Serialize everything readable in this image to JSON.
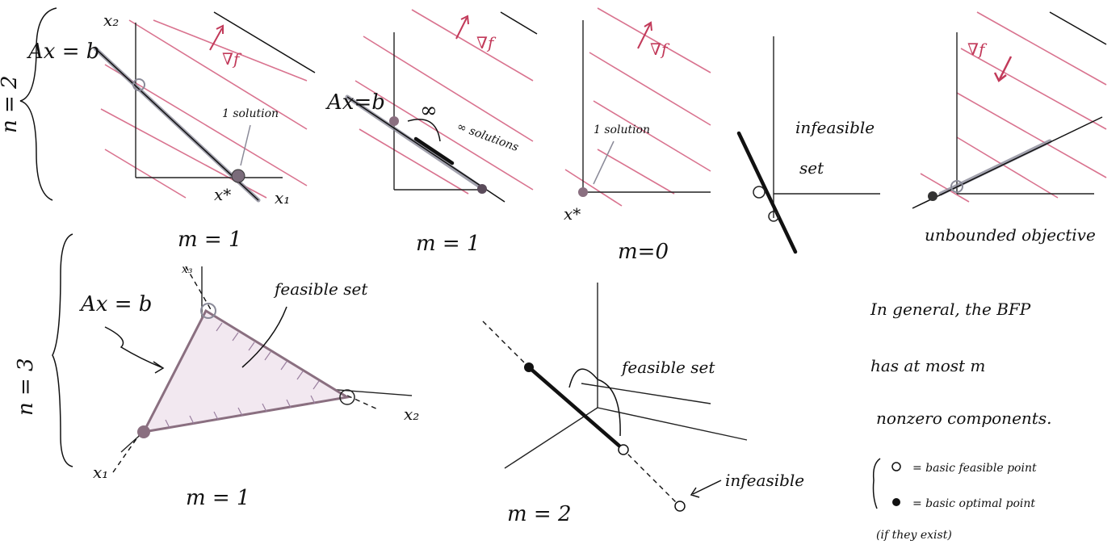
{
  "panels": {
    "p1": {
      "axis_x": "x₁",
      "axis_y": "x₂",
      "constraint": "Ax = b",
      "grad": "∇f",
      "note": "1 solution",
      "opt": "x*",
      "m_label": "m = 1"
    },
    "p2": {
      "constraint": "Ax=b",
      "grad": "∇f",
      "note": "∞ solutions",
      "inf": "∞",
      "m_label": "m = 1"
    },
    "p3": {
      "grad": "∇f",
      "note": "1 solution",
      "opt": "x*",
      "m_label": "m=0"
    },
    "p4": {
      "note_line1": "infeasible",
      "note_line2": "set"
    },
    "p5": {
      "grad": "∇f",
      "note": "unbounded objective"
    },
    "p6": {
      "constraint": "Ax = b",
      "set": "feasible set",
      "x1": "x₁",
      "x2": "x₂",
      "x3": "x₃",
      "m_label": "m = 1"
    },
    "p7": {
      "set": "feasible set",
      "infeasible": "infeasible",
      "m_label": "m = 2"
    }
  },
  "brace_labels": {
    "n2": "n = 2",
    "n3": "n = 3"
  },
  "notes": {
    "line1": "In general, the BFP",
    "line2": "has at most m",
    "line3": "nonzero components.",
    "legend_open": "= basic feasible point",
    "legend_filled": "= basic optimal point",
    "legend_tail": "(if they exist)"
  }
}
